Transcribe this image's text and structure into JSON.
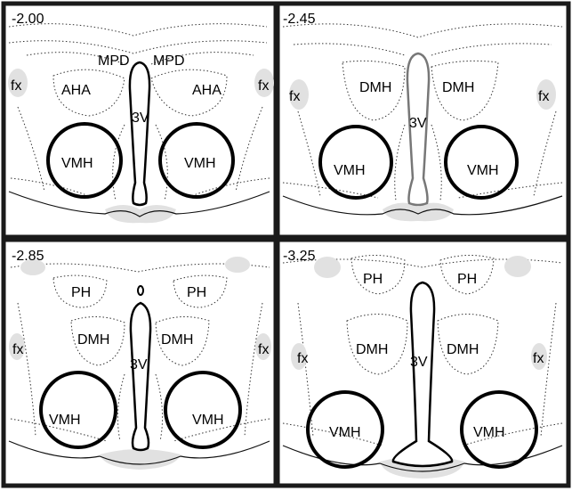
{
  "panels": [
    {
      "coordinate": "-2.00",
      "labels": {
        "mpd_left": "MPD",
        "mpd_right": "MPD",
        "aha_left": "AHA",
        "aha_right": "AHA",
        "fx_left": "fx",
        "fx_right": "fx",
        "ventricle": "3V",
        "vmh_left": "VMH",
        "vmh_right": "VMH"
      }
    },
    {
      "coordinate": "-2.45",
      "labels": {
        "dmh_left": "DMH",
        "dmh_right": "DMH",
        "fx_left": "fx",
        "fx_right": "fx",
        "ventricle": "3V",
        "vmh_left": "VMH",
        "vmh_right": "VMH"
      }
    },
    {
      "coordinate": "-2.85",
      "labels": {
        "ph_left": "PH",
        "ph_right": "PH",
        "dmh_left": "DMH",
        "dmh_right": "DMH",
        "fx_left": "fx",
        "fx_right": "fx",
        "ventricle": "3V",
        "vmh_left": "VMH",
        "vmh_right": "VMH"
      }
    },
    {
      "coordinate": "-3.25",
      "labels": {
        "ph_left": "PH",
        "ph_right": "PH",
        "dmh_left": "DMH",
        "dmh_right": "DMH",
        "fx_left": "fx",
        "fx_right": "fx",
        "ventricle": "3V",
        "vmh_left": "VMH",
        "vmh_right": "VMH"
      }
    }
  ]
}
